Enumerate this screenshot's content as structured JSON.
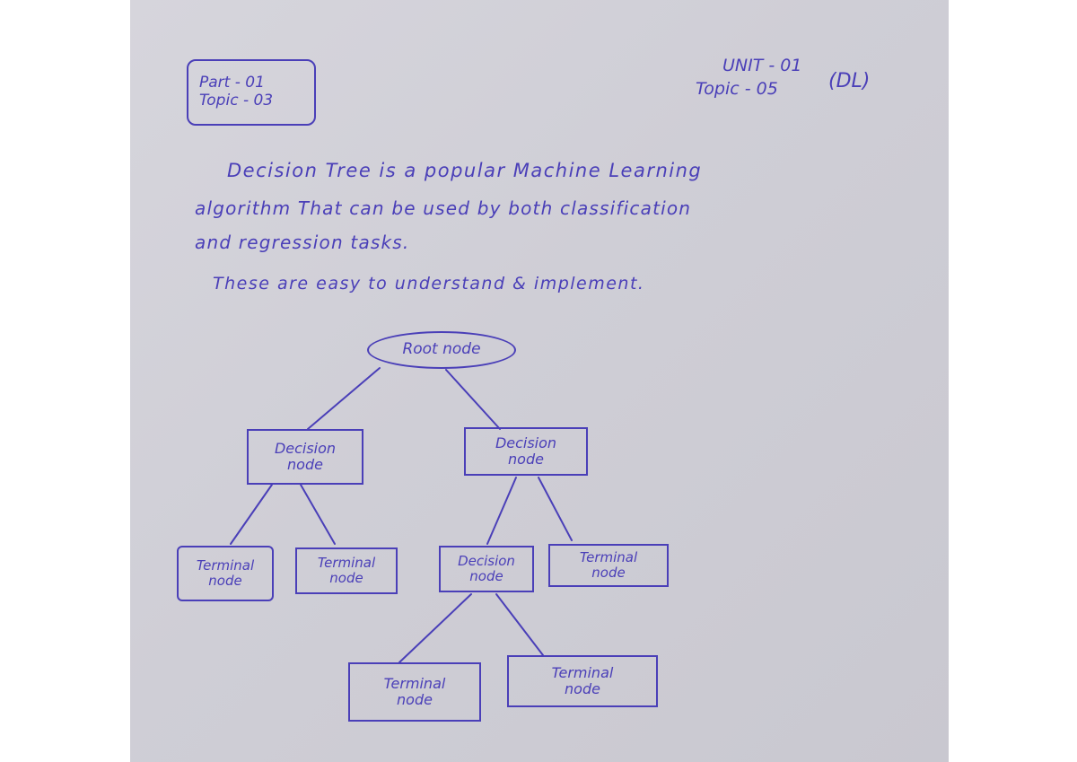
{
  "header": {
    "part": "Part - 01",
    "topic_left": "Topic - 03",
    "unit": "UNIT - 01",
    "topic_right": "Topic - 05",
    "subject": "(DL)"
  },
  "body_text": {
    "line1": "Decision Tree is a popular Machine Learning",
    "line2": "algorithm That can be used by both classification",
    "line3": "and regression tasks.",
    "line4": "These are easy to understand & implement."
  },
  "diagram": {
    "root": "Root node",
    "decision_left_1": "Decision",
    "decision_left_2": "node",
    "decision_right_1": "Decision",
    "decision_right_2": "node",
    "terminal_a_1": "Terminal",
    "terminal_a_2": "node",
    "terminal_b_1": "Terminal",
    "terminal_b_2": "node",
    "decision_mid_1": "Decision",
    "decision_mid_2": "node",
    "terminal_c_1": "Terminal",
    "terminal_c_2": "node",
    "terminal_d_1": "Terminal",
    "terminal_d_2": "node",
    "terminal_e_1": "Terminal",
    "terminal_e_2": "node"
  },
  "colors": {
    "ink": "#4a3fb8",
    "paper": "#d0cfd7"
  }
}
